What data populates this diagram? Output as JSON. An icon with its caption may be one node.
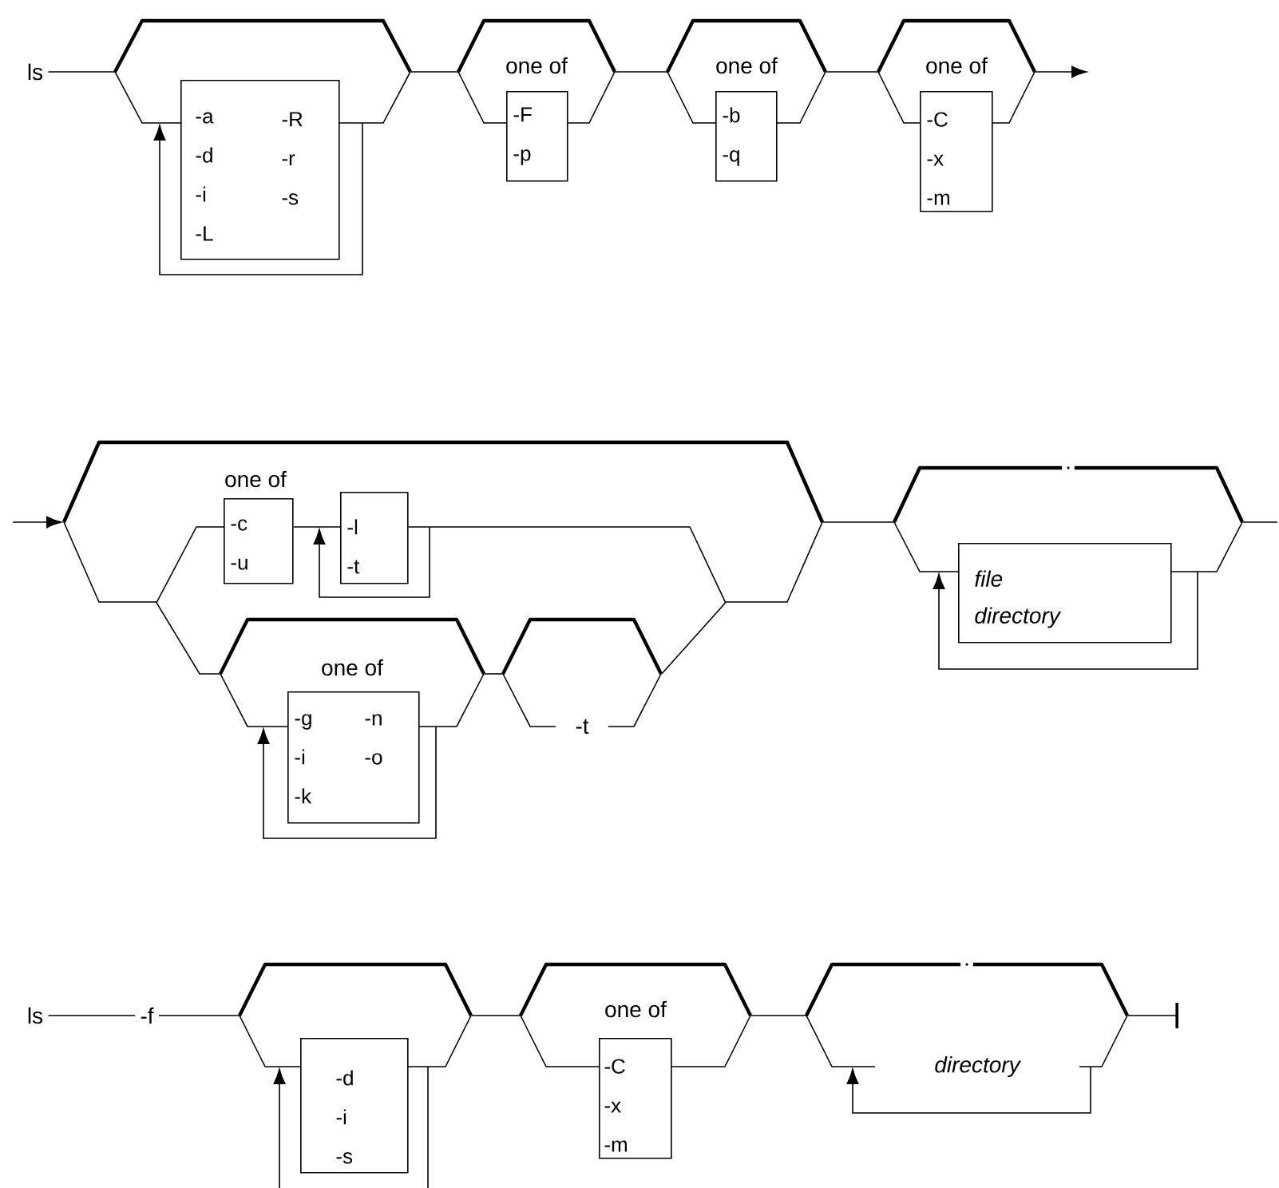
{
  "diagram": {
    "nodes": [
      {
        "text": [
          "ls"
        ]
      },
      {
        "text": [],
        "shape": "hexagon"
      },
      {
        "text": [
          "-a -d -i -L",
          "-R -r -s"
        ],
        "in": 1
      },
      {
        "text": [
          "one of"
        ]
      },
      {
        "text": [
          "-F -p"
        ]
      },
      {
        "text": [
          "one of"
        ]
      },
      {
        "text": [
          "-b -q"
        ]
      },
      {
        "text": [
          "one of"
        ]
      },
      {
        "text": [
          "-C -x -m"
        ]
      },
      {
        "text": [],
        "shape": "hexagon"
      },
      {
        "text": [
          "one of",
          "-c -u"
        ],
        "in": 9
      },
      {
        "text": [
          "-l -t"
        ],
        "in": 9
      },
      {
        "text": [
          "one of"
        ]
      },
      {
        "text": [
          "-g -i -k",
          "-n -o"
        ],
        "in": 12
      },
      {
        "text": [
          "-t"
        ]
      },
      {
        "text": [
          "."
        ]
      },
      {
        "text": [
          "file directory"
        ],
        "in": 15
      },
      {
        "text": [
          "ls"
        ]
      },
      {
        "text": [
          "-f"
        ]
      },
      {
        "text": [],
        "shape": "hexagon"
      },
      {
        "text": [
          "-d -i -s"
        ],
        "in": 19
      },
      {
        "text": [
          "one of"
        ]
      },
      {
        "text": [
          "-C -x -m"
        ]
      },
      {
        "text": [
          "."
        ]
      },
      {
        "text": [
          "directory"
        ],
        "in": 23
      }
    ],
    "edges": [
      {
        "from": 0,
        "to": 1,
        "arrow": "none"
      },
      {
        "from": 1,
        "to": 3,
        "arrow": "none"
      },
      {
        "from": 3,
        "to": 5,
        "arrow": "none"
      },
      {
        "from": 5,
        "to": 7,
        "arrow": "none"
      },
      {
        "from": 7,
        "to": null,
        "arrow": "to"
      },
      {
        "from": null,
        "to": 9,
        "arrow": "to"
      },
      {
        "from": 9,
        "to": 10,
        "arrow": "none"
      },
      {
        "from": 10,
        "to": 11,
        "arrow": "none"
      },
      {
        "from": 11,
        "to": 9,
        "arrow": "none"
      },
      {
        "from": 9,
        "to": 12,
        "arrow": "none"
      },
      {
        "from": 12,
        "to": 14,
        "arrow": "none"
      },
      {
        "from": 14,
        "to": 9,
        "arrow": "none"
      },
      {
        "from": 9,
        "to": 15,
        "arrow": "none"
      },
      {
        "from": 15,
        "to": null,
        "arrow": "none"
      },
      {
        "from": 17,
        "to": 18,
        "arrow": "none"
      },
      {
        "from": 18,
        "to": 19,
        "arrow": "none"
      },
      {
        "from": 19,
        "to": 21,
        "arrow": "none"
      },
      {
        "from": 21,
        "to": 23,
        "arrow": "none"
      },
      {
        "from": 23,
        "to": null,
        "arrow": "other"
      }
    ]
  }
}
